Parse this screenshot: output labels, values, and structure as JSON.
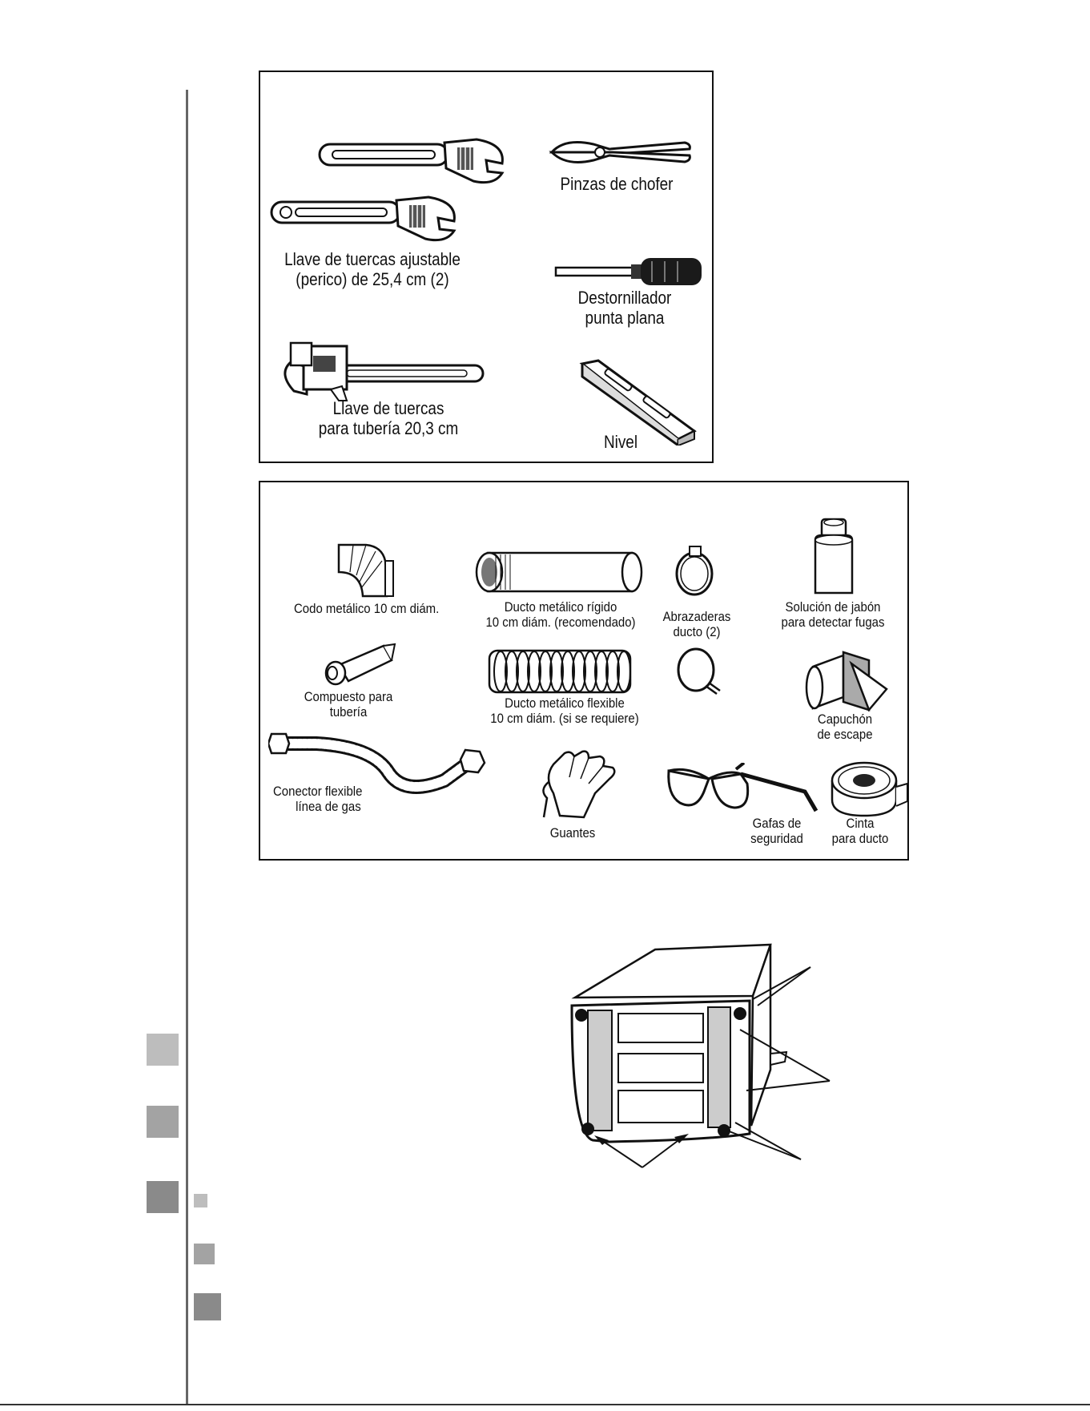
{
  "tools": {
    "adjustable_wrench": {
      "line1": "Llave de tuercas ajustable",
      "line2": "(perico) de 25,4 cm (2)"
    },
    "pliers": {
      "line1": "Pinzas de chofer"
    },
    "screwdriver": {
      "line1": "Destornillador",
      "line2": "punta plana"
    },
    "pipe_wrench": {
      "line1": "Llave de tuercas",
      "line2": "para tubería 20,3 cm"
    },
    "level": {
      "line1": "Nivel"
    }
  },
  "supplies": {
    "elbow": {
      "line1": "Codo metálico 10 cm diám."
    },
    "rigid_duct": {
      "line1": "Ducto metálico rígido",
      "line2": "10 cm diám. (recomendado)"
    },
    "clamps": {
      "line1": "Abrazaderas",
      "line2": "ducto (2)"
    },
    "soap": {
      "line1": "Solución de jabón",
      "line2": "para detectar fugas"
    },
    "compound": {
      "line1": "Compuesto para",
      "line2": "tubería"
    },
    "flex_duct": {
      "line1": "Ducto metálico flexible",
      "line2": "10 cm diám. (si se requiere)"
    },
    "hood": {
      "line1": "Capuchón",
      "line2": "de escape"
    },
    "gas_connector": {
      "line1": "Conector flexible",
      "line2": "línea de gas"
    },
    "gloves": {
      "line1": "Guantes"
    },
    "glasses": {
      "line1": "Gafas de",
      "line2": "seguridad"
    },
    "tape": {
      "line1": "Cinta",
      "line2": "para ducto"
    }
  },
  "colors": {
    "tab_light": "#bdbdbd",
    "tab_mid": "#a3a3a3",
    "tab_dark": "#8a8a8a"
  }
}
